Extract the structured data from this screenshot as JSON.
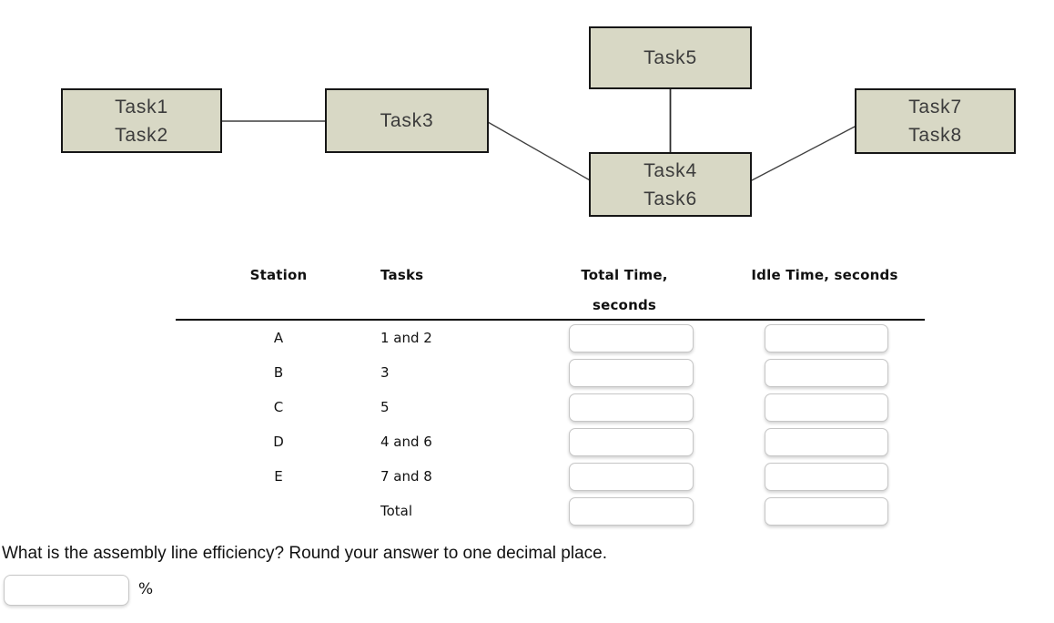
{
  "diagram": {
    "boxes": [
      {
        "id": "station-a-box",
        "lines": [
          "Task1",
          "Task2"
        ]
      },
      {
        "id": "station-b-box",
        "lines": [
          "Task3"
        ]
      },
      {
        "id": "station-c-box",
        "lines": [
          "Task5"
        ]
      },
      {
        "id": "station-d-box",
        "lines": [
          "Task4",
          "Task6"
        ]
      },
      {
        "id": "station-e-box",
        "lines": [
          "Task7",
          "Task8"
        ]
      }
    ],
    "connections": [
      {
        "from": "Task1/Task2",
        "to": "Task3"
      },
      {
        "from": "Task3",
        "to": "Task4/Task6"
      },
      {
        "from": "Task5",
        "to": "Task4/Task6"
      },
      {
        "from": "Task4/Task6",
        "to": "Task7/Task8"
      }
    ],
    "colors": {
      "box_fill": "#d8d8c5",
      "box_border": "#161616",
      "box_text": "#3b3b3b",
      "connector": "#3f3f3f"
    }
  },
  "table": {
    "headers": {
      "station": "Station",
      "tasks": "Tasks",
      "total_time_line1": "Total Time,",
      "total_time_line2": "seconds",
      "idle_time": "Idle Time, seconds"
    },
    "rows": [
      {
        "station": "A",
        "tasks": "1 and 2",
        "total_time_value": "",
        "idle_time_value": ""
      },
      {
        "station": "B",
        "tasks": "3",
        "total_time_value": "",
        "idle_time_value": ""
      },
      {
        "station": "C",
        "tasks": "5",
        "total_time_value": "",
        "idle_time_value": ""
      },
      {
        "station": "D",
        "tasks": "4 and 6",
        "total_time_value": "",
        "idle_time_value": ""
      },
      {
        "station": "E",
        "tasks": "7 and 8",
        "total_time_value": "",
        "idle_time_value": ""
      },
      {
        "station": "",
        "tasks": "Total",
        "total_time_value": "",
        "idle_time_value": ""
      }
    ]
  },
  "question": {
    "text": "What is the assembly line efficiency? Round your answer to one decimal place.",
    "unit_label": "%",
    "answer_value": ""
  }
}
